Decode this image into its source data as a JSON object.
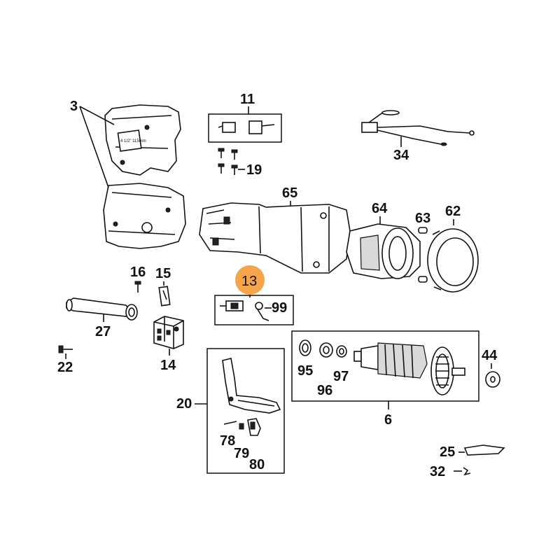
{
  "highlight_color": "#f5a44a",
  "labels": {
    "l3": "3",
    "l11": "11",
    "l19": "19",
    "l34": "34",
    "l65": "65",
    "l64": "64",
    "l63": "63",
    "l62": "62",
    "l16": "16",
    "l15": "15",
    "l13": "13",
    "l99": "99",
    "l27": "27",
    "l22": "22",
    "l14": "14",
    "l95": "95",
    "l96": "96",
    "l97": "97",
    "l44": "44",
    "l6": "6",
    "l20": "20",
    "l78": "78",
    "l79": "79",
    "l80": "80",
    "l25": "25",
    "l32": "32"
  },
  "housing_marking": "4 1/2\" 115mm"
}
